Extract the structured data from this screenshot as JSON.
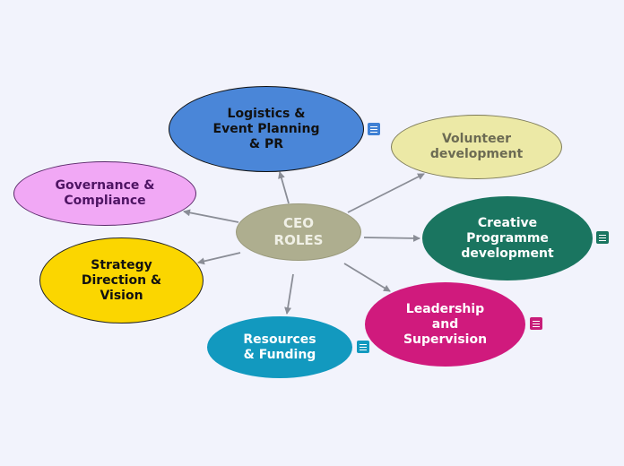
{
  "diagram": {
    "center": {
      "label": "CEO\nROLES",
      "fill": "#aeae8f",
      "text_color": "#f0f0e6"
    },
    "nodes": [
      {
        "id": "logistics",
        "label": "Logistics &\nEvent Planning\n& PR",
        "fill": "#4a86d8",
        "text_color": "#111111",
        "border": "#111111",
        "note_icon": "notes-icon",
        "note_color": "#3f80d4"
      },
      {
        "id": "volunteer",
        "label": "Volunteer\ndevelopment",
        "fill": "#ece9a6",
        "text_color": "#6c6b53",
        "border": "#7d7b5a"
      },
      {
        "id": "governance",
        "label": "Governance &\nCompliance",
        "fill": "#f1a8f5",
        "text_color": "#4e1463",
        "border": "#5a2a6a"
      },
      {
        "id": "creative",
        "label": "Creative\nProgramme\ndevelopment",
        "fill": "#1a7560",
        "text_color": "#ffffff",
        "border": "#1a7560",
        "note_icon": "notes-icon",
        "note_color": "#1a7560"
      },
      {
        "id": "strategy",
        "label": "Strategy\nDirection &\nVision",
        "fill": "#fbd600",
        "text_color": "#111111",
        "border": "#222222"
      },
      {
        "id": "leadership",
        "label": "Leadership\nand\nSupervision",
        "fill": "#d01a7d",
        "text_color": "#ffffff",
        "border": "#d01a7d",
        "note_icon": "notes-icon",
        "note_color": "#c81d79"
      },
      {
        "id": "resources",
        "label": "Resources\n& Funding",
        "fill": "#1299bf",
        "text_color": "#ffffff",
        "border": "#1299bf",
        "note_icon": "notes-icon",
        "note_color": "#1299bf"
      }
    ],
    "connector_color": "#8a8d96"
  }
}
